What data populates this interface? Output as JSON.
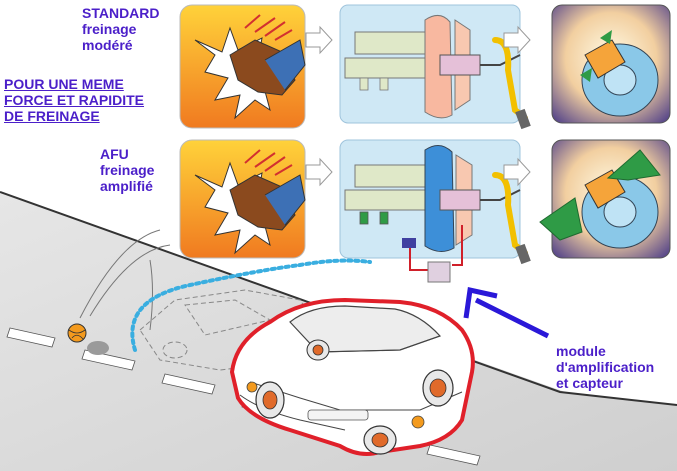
{
  "labels": {
    "standard": {
      "line1": "STANDARD",
      "line2": "freinage",
      "line3": "modéré"
    },
    "same_force": {
      "line1": "POUR UNE MEME",
      "line2": "FORCE ET RAPIDITE",
      "line3": "DE FREINAGE"
    },
    "afu": {
      "line1": "AFU",
      "line2": "freinage",
      "line3": "amplifié"
    },
    "module": {
      "line1": "module",
      "line2": "d'amplification",
      "line3": "et capteur"
    }
  },
  "colors": {
    "label_text": "#4b1fc9",
    "panel_blue": "#cfe8f5",
    "panel_orange": "#f6a43a",
    "car_outline": "#e0202a",
    "trajectory": "#3aaee0",
    "arrow": "#2a18d8",
    "road": "#d9d9d9",
    "force_arrow_green": "#2f9b46"
  },
  "icons": {
    "foot_pedal": "foot-on-pedal-icon",
    "brake_booster": "brake-booster-icon",
    "brake_disc": "brake-disc-icon",
    "flow_arrow": "right-arrow-icon"
  }
}
